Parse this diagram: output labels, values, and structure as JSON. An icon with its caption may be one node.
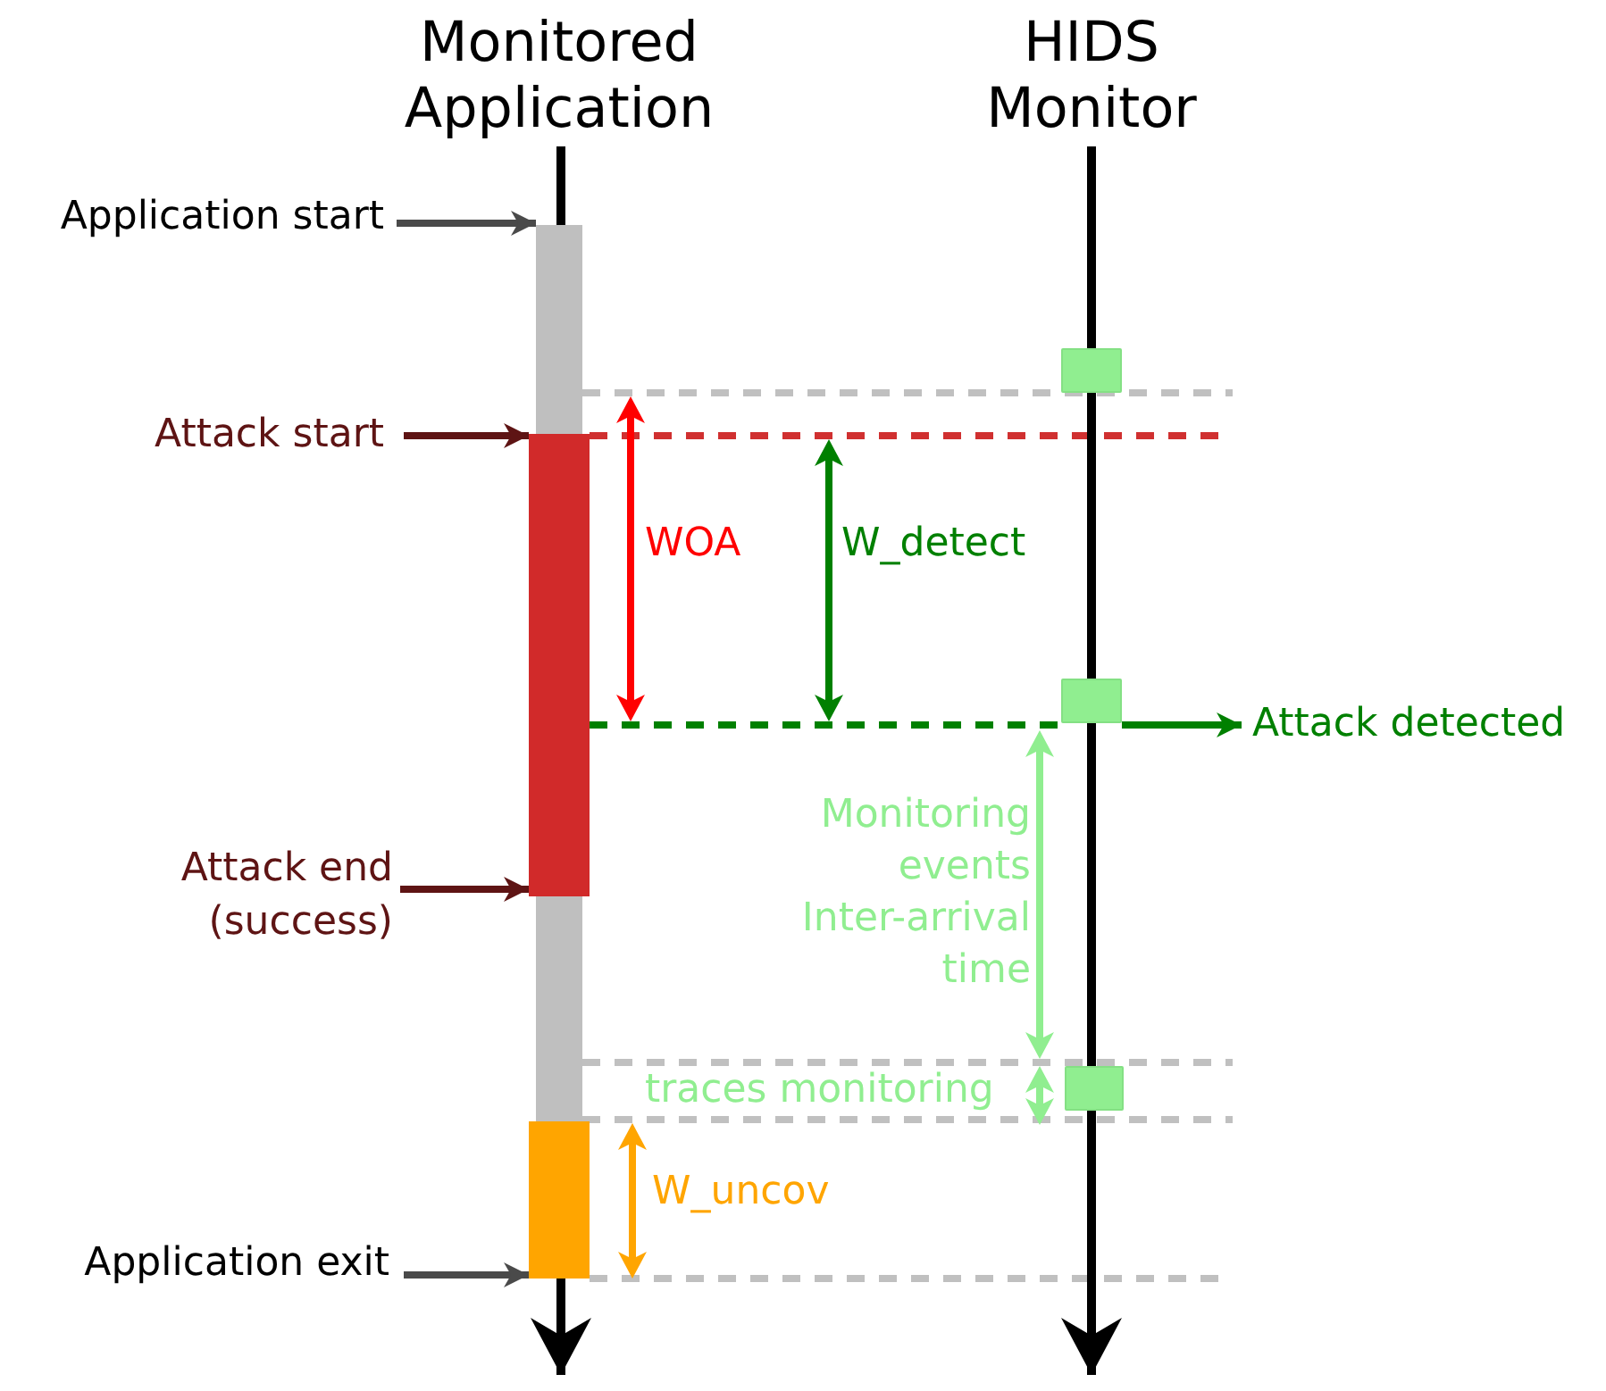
{
  "diagram": {
    "nodes": [
      {
        "text": [
          "Monitored Application"
        ]
      },
      {
        "text": [
          "HIDS Monitor"
        ]
      },
      {
        "text": [
          "Application start"
        ]
      },
      {
        "text": [
          "Attack start"
        ]
      },
      {
        "text": [
          "Attack end (success)"
        ]
      },
      {
        "text": [
          "Application exit"
        ]
      },
      {
        "text": [],
        "shape": "bar"
      },
      {
        "text": [],
        "shape": "bar"
      },
      {
        "text": [],
        "shape": "bar"
      },
      {
        "text": [],
        "shape": "bar"
      },
      {
        "text": [],
        "shape": "box"
      },
      {
        "text": [],
        "shape": "box"
      },
      {
        "text": [],
        "shape": "box"
      },
      {
        "text": [
          "Attack detected"
        ]
      }
    ],
    "edges": [
      {
        "from": 0,
        "to": null,
        "arrow": "to"
      },
      {
        "from": 1,
        "to": null,
        "arrow": "to"
      },
      {
        "from": 2,
        "to": 6,
        "arrow": "to",
        "color": "#4a4a4a"
      },
      {
        "from": 3,
        "to": 7,
        "arrow": "to",
        "color": "#5e1414"
      },
      {
        "from": 4,
        "to": 7,
        "arrow": "to",
        "color": "#5e1414"
      },
      {
        "from": 5,
        "to": 9,
        "arrow": "to",
        "color": "#4a4a4a"
      },
      {
        "from": 11,
        "to": 13,
        "arrow": "to",
        "color": "#008000"
      },
      {
        "from": 7,
        "to": 11,
        "arrow": "none",
        "style": "dashed",
        "color": "#008000"
      }
    ],
    "labels": [
      "WOA",
      "W_detect",
      "Monitoring events Inter-arrival time",
      "traces monitoring",
      "W_uncov"
    ]
  }
}
